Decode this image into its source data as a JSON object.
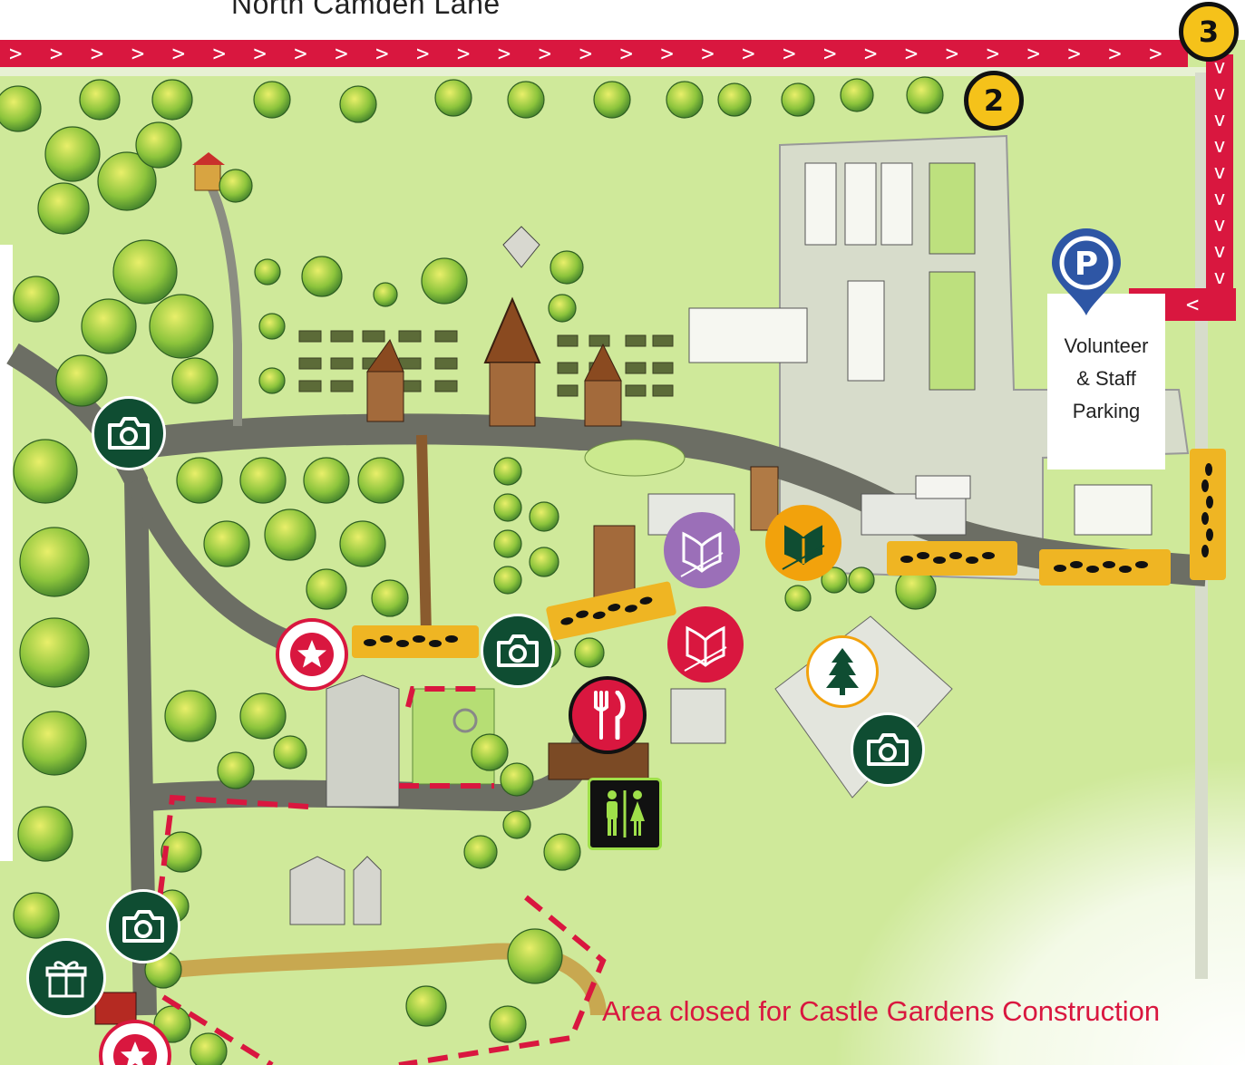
{
  "map": {
    "road_label": "North Camden Lane",
    "closed_area_label": "Area closed for Castle Gardens Construction",
    "parking": {
      "line1": "Volunteer",
      "line2": "& Staff",
      "line3": "Parking",
      "pin_letter": "P"
    },
    "badges": [
      "2",
      "3"
    ],
    "arrow_right": ">",
    "arrow_down": "v",
    "arrow_left": "<",
    "icons": [
      {
        "type": "camera-icon"
      },
      {
        "type": "camera-icon"
      },
      {
        "type": "camera-icon"
      },
      {
        "type": "camera-icon"
      },
      {
        "type": "gift-icon"
      },
      {
        "type": "star-icon"
      },
      {
        "type": "star-icon"
      },
      {
        "type": "tree-icon"
      },
      {
        "type": "book-icon",
        "color": "#9b6fb8"
      },
      {
        "type": "book-icon",
        "color": "#f2a20c"
      },
      {
        "type": "book-icon",
        "color": "#d9173f"
      },
      {
        "type": "fork-knife-icon"
      },
      {
        "type": "restroom-icon"
      }
    ],
    "colors": {
      "route_red": "#d9173f",
      "camera_green": "#0f4d32",
      "badge_yellow": "#f5c21a",
      "trail_yellow": "#efb523",
      "parking_blue": "#2e56a5"
    }
  }
}
